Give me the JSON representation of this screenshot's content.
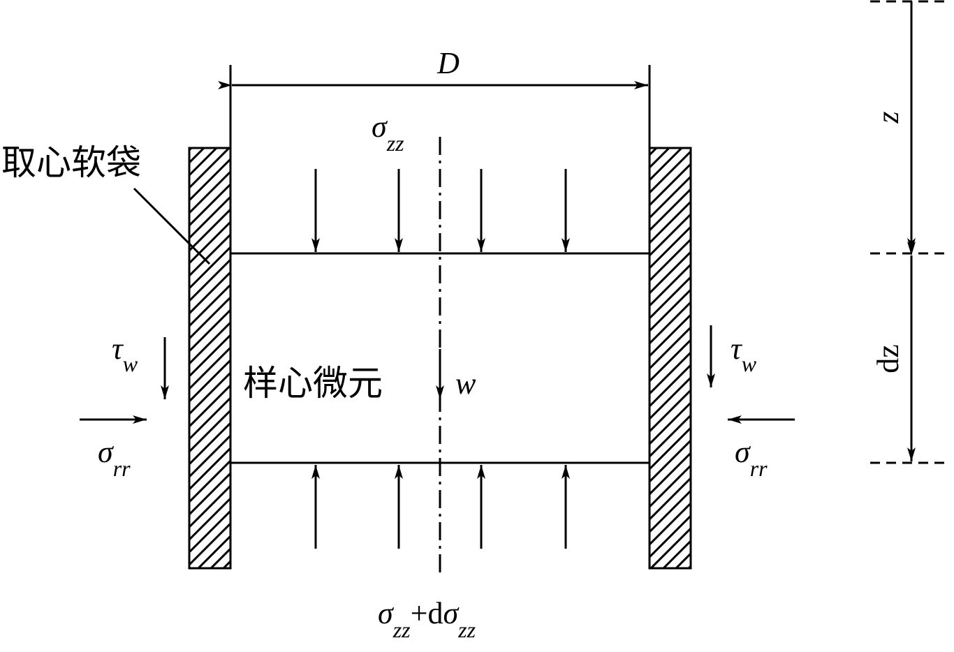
{
  "labels": {
    "diameter": "D",
    "bag_label": "取心软袋",
    "element_label": "样心微元",
    "weight": "w",
    "sigma": "σ",
    "tau": "τ",
    "sub_zz": "zz",
    "sub_rr": "rr",
    "sub_w": "w",
    "plus": "+",
    "d": "d",
    "depth": "z",
    "dz": "dz"
  },
  "colors": {
    "stroke": "#000000",
    "background": "#ffffff"
  }
}
